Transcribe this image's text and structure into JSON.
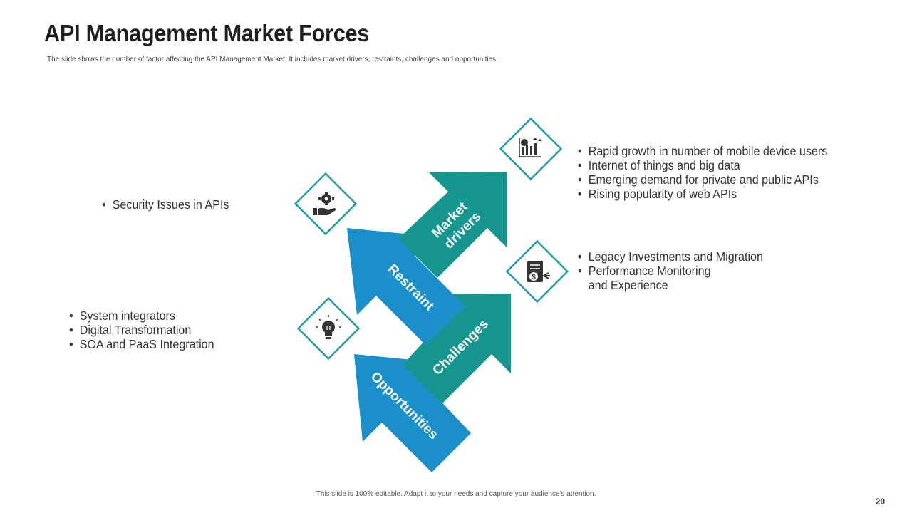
{
  "slide": {
    "title": "API Management Market Forces",
    "subtitle": "The  slide shows the number of factor affecting the API Management Market. It includes market drivers, restraints,  challenges and opportunities.",
    "footer": "This slide is 100% editable. Adapt it to your needs and capture your audience's attention.",
    "page_number": "20"
  },
  "colors": {
    "teal": "#17968f",
    "blue": "#1a8fc9",
    "icon_border": "#1f9ea5"
  },
  "arrows": {
    "market_drivers": {
      "line1": "Market",
      "line2": "drivers",
      "color": "teal"
    },
    "restraint": {
      "label": "Restraint",
      "color": "blue"
    },
    "challenges": {
      "label": "Challenges",
      "color": "teal"
    },
    "opportunities": {
      "label": "Opportunities",
      "color": "blue"
    }
  },
  "icons": {
    "market_drivers": "chart-growth-icon",
    "restraint": "gear-hand-icon",
    "challenges": "money-document-icon",
    "opportunities": "lightbulb-icon"
  },
  "market_drivers": {
    "items": [
      "Rapid growth in number of mobile device users",
      "Internet of things and big  data",
      "Emerging demand for private and public APIs",
      "Rising popularity of web APIs"
    ]
  },
  "restraint": {
    "items": [
      "Security Issues in APIs"
    ]
  },
  "challenges": {
    "items": [
      "Legacy Investments and Migration",
      "Performance Monitoring"
    ],
    "continuation": "and Experience"
  },
  "opportunities": {
    "items": [
      "System integrators",
      "Digital Transformation",
      "SOA and PaaS Integration"
    ]
  }
}
